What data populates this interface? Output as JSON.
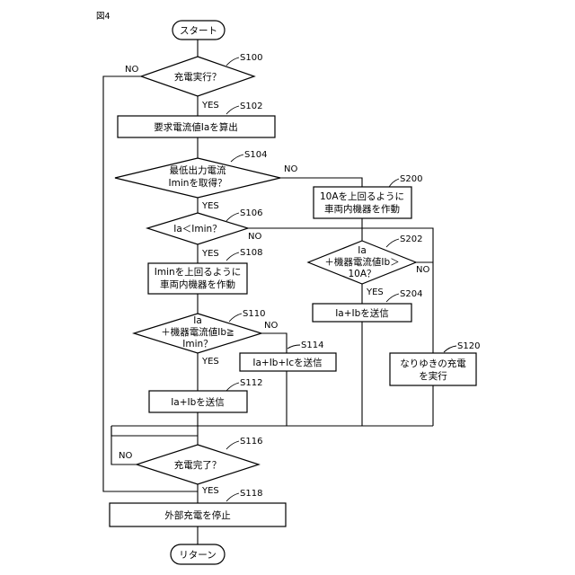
{
  "figure_label": "図4",
  "terminals": {
    "start": "スタート",
    "end": "リターン"
  },
  "steps": {
    "s100": {
      "id": "S100",
      "lines": [
        "充電実行？"
      ]
    },
    "s102": {
      "id": "S102",
      "lines": [
        "要求電流値Iaを算出"
      ]
    },
    "s104": {
      "id": "S104",
      "lines": [
        "最低出力電流",
        "Iminを取得？"
      ]
    },
    "s106": {
      "id": "S106",
      "lines": [
        "Ia＜Imin？"
      ]
    },
    "s108": {
      "id": "S108",
      "lines": [
        "Iminを上回るように",
        "車両内機器を作動"
      ]
    },
    "s110": {
      "id": "S110",
      "lines": [
        "Ia",
        "＋機器電流値Ib≧",
        "Imin？"
      ]
    },
    "s112": {
      "id": "S112",
      "lines": [
        "Ia+Ibを送信"
      ]
    },
    "s114": {
      "id": "S114",
      "lines": [
        "Ia+Ib+Icを送信"
      ]
    },
    "s116": {
      "id": "S116",
      "lines": [
        "充電完了？"
      ]
    },
    "s118": {
      "id": "S118",
      "lines": [
        "外部充電を停止"
      ]
    },
    "s120": {
      "id": "S120",
      "lines": [
        "なりゆきの充電",
        "を実行"
      ]
    },
    "s200": {
      "id": "S200",
      "lines": [
        "10Aを上回るように",
        "車両内機器を作動"
      ]
    },
    "s202": {
      "id": "S202",
      "lines": [
        "Ia",
        "＋機器電流値Ib＞",
        "10A？"
      ]
    },
    "s204": {
      "id": "S204",
      "lines": [
        "Ia+Ibを送信"
      ]
    }
  },
  "labels": {
    "yes": "YES",
    "no": "NO"
  }
}
